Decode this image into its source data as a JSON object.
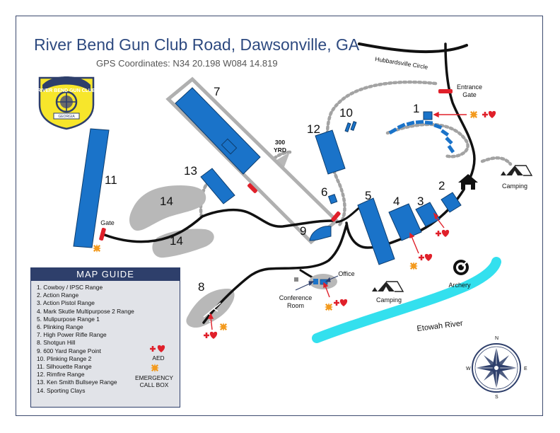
{
  "header": {
    "title": "River Bend Gun Club Road, Dawsonville, GA",
    "gps": "GPS Coordinates: N34 20.198 W084 14.819"
  },
  "logo": {
    "text": "RIVER BEND GUN CLUB",
    "sub": "GEORGIA"
  },
  "labels": {
    "hubbardsville": "Hubbardsville Circle",
    "entrance_line1": "Entrance",
    "entrance_line2": "Gate",
    "camping_east": "Camping",
    "camping_south": "Camping",
    "archery": "Archery",
    "office": "Office",
    "conference_line1": "Conference",
    "conference_line2": "Room",
    "river": "Etowah River",
    "gate_west": "Gate",
    "yard_line1": "300",
    "yard_line2": "YRD"
  },
  "ranges": [
    {
      "num": "1"
    },
    {
      "num": "2"
    },
    {
      "num": "3"
    },
    {
      "num": "4"
    },
    {
      "num": "5"
    },
    {
      "num": "6"
    },
    {
      "num": "7"
    },
    {
      "num": "8"
    },
    {
      "num": "9"
    },
    {
      "num": "10"
    },
    {
      "num": "11"
    },
    {
      "num": "12"
    },
    {
      "num": "13"
    },
    {
      "num": "14"
    }
  ],
  "compass": {
    "n": "N",
    "e": "E",
    "s": "S",
    "w": "W"
  },
  "map_guide": {
    "title": "MAP GUIDE",
    "items": [
      "1.  Cowboy / IPSC Range",
      "2.  Action Range",
      "3.  Action Pistol Range",
      "4.  Mark Skutle Multipurpose 2 Range",
      "5.  Mulipurpose Range 1",
      "6.  Plinking Range",
      "7.  High Power Rifle Range",
      "8.  Shotgun Hill",
      "9.  600 Yard Range Point",
      "10.  Plinking Range 2",
      "11.  Silhouette Range",
      "12.  Rimfire Range",
      "13.  Ken Smith Bullseye Range",
      "14.  Sporting Clays"
    ],
    "aed_label": "AED",
    "call_box_line1": "EMERGENCY",
    "call_box_line2": "CALL BOX"
  },
  "colors": {
    "range_blue": "#1a73c9",
    "road": "#111111",
    "trail": "#a3a3a3",
    "river": "#33e0ee",
    "gate_red": "#e0202a",
    "aed_red": "#e0202a",
    "callbox_orange": "#f39a1e",
    "title_blue": "#2e4a80",
    "guide_navy": "#2e3f6b",
    "logo_yellow": "#f7e62b"
  }
}
